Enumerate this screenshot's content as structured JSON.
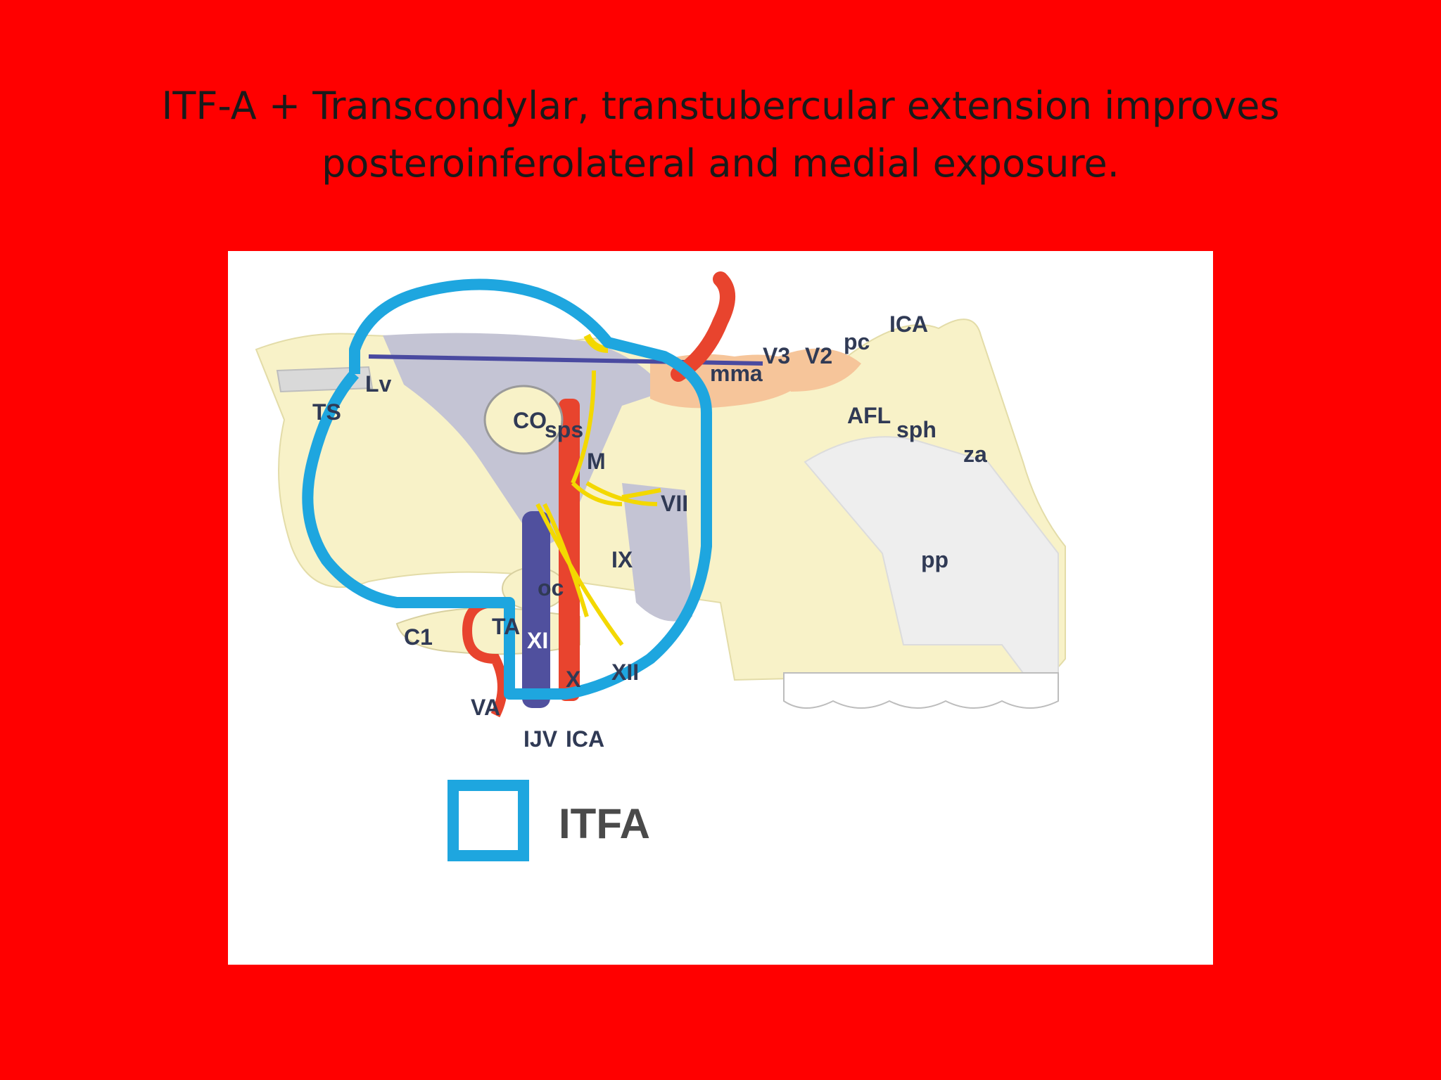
{
  "slide": {
    "title_line1": "ITF-A + Transcondylar, transtubercular extension improves",
    "title_line2": "posteroinferolateral and medial exposure."
  },
  "figure": {
    "labels": {
      "ts": "TS",
      "lv": "Lv",
      "sps": "sps",
      "mma": "mma",
      "v3": "V3",
      "v2": "V2",
      "pc": "pc",
      "ica_top": "ICA",
      "afl": "AFL",
      "sph": "sph",
      "za": "za",
      "co": "CO",
      "m": "M",
      "pp": "pp",
      "vii": "VII",
      "oc": "oc",
      "ix": "IX",
      "xi": "XI",
      "c1": "C1",
      "ta": "TA",
      "x": "X",
      "xii": "XII",
      "va": "VA",
      "ijv": "IJV",
      "ica_bottom": "ICA"
    },
    "legend": {
      "label": "ITFA"
    },
    "colors": {
      "outline": "#1ea6df",
      "bone": "#f8f2c8",
      "dura": "#c4c4d4",
      "artery": "#e8442e",
      "vein": "#50509e",
      "nerve": "#f3d800",
      "muscle": "#f6c59a"
    }
  }
}
